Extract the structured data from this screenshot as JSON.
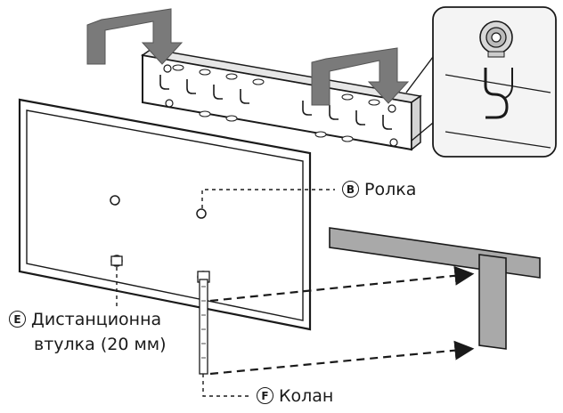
{
  "labels": {
    "roller": {
      "letter": "B",
      "text": "Ролка"
    },
    "spacer": {
      "letter": "E",
      "line1": "Дистанционна",
      "line2": "втулка (20 мм)"
    },
    "strap": {
      "letter": "F",
      "text": "Колан"
    }
  },
  "colors": {
    "stroke": "#1a1a1a",
    "arrow_fill": "#7a7a7a",
    "stand_fill": "#a9a9a9",
    "inset_fill": "#f4f4f4"
  }
}
